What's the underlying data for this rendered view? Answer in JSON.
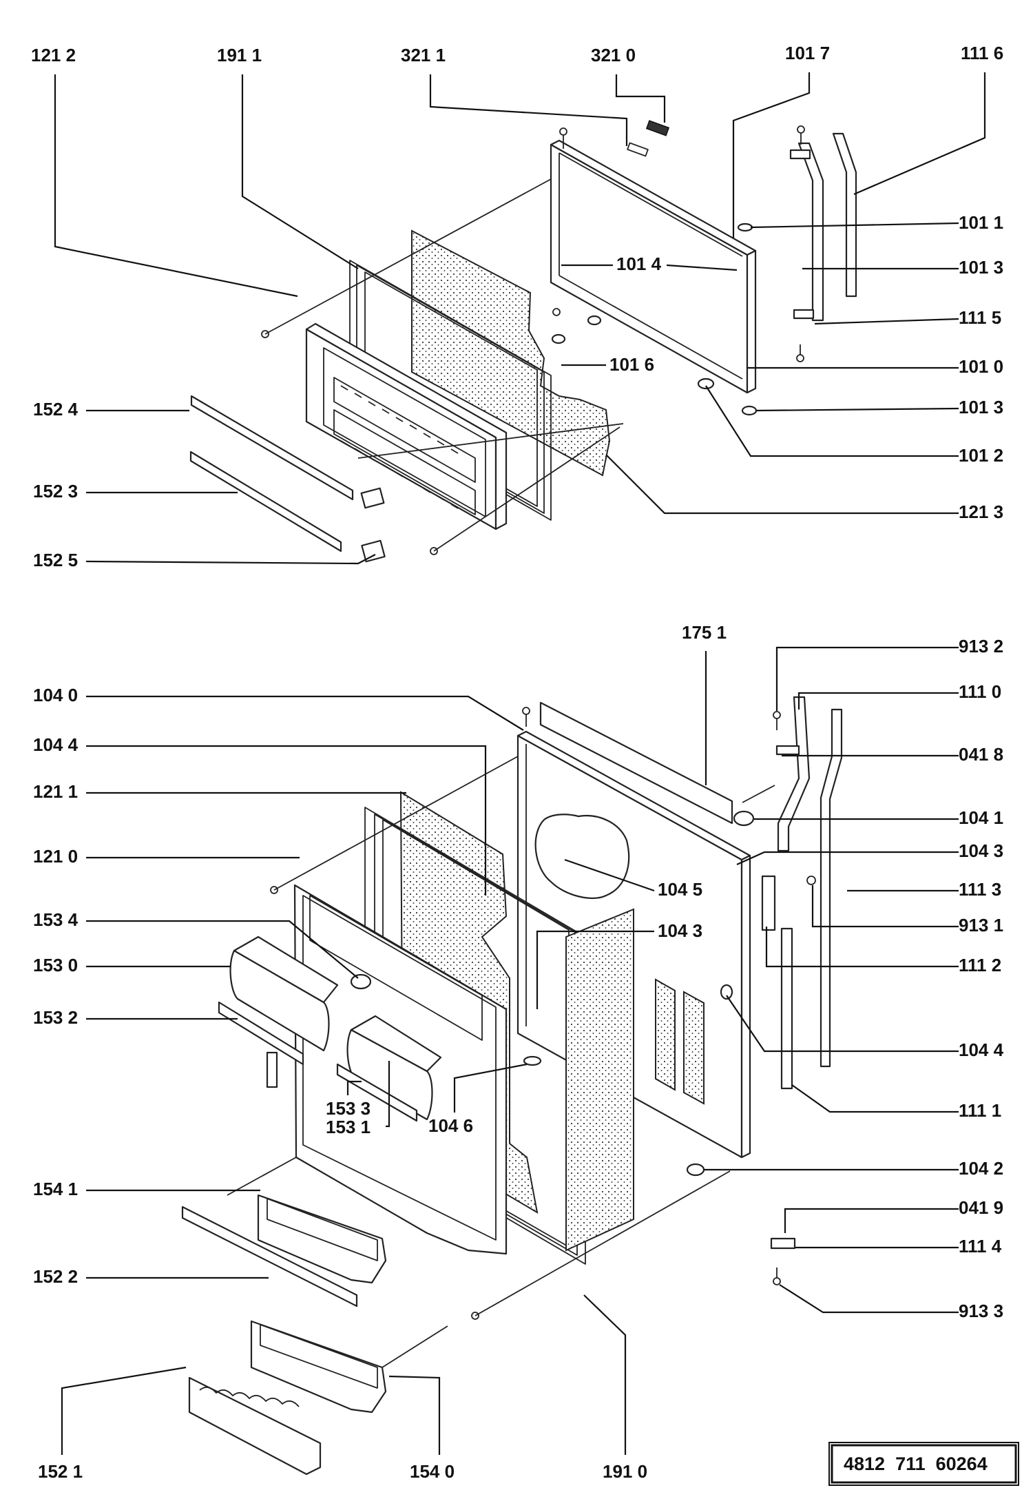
{
  "document_number": "4812  711  60264",
  "top_assembly": {
    "labels": {
      "p1212": "121 2",
      "p1911": "191 1",
      "p3211": "321 1",
      "p3210": "321 0",
      "p1017": "101 7",
      "p1116": "111 6",
      "p1011": "101 1",
      "p1014": "101 4",
      "p1013a": "101 3",
      "p1115": "111 5",
      "p1016": "101 6",
      "p1010": "101 0",
      "p1013b": "101 3",
      "p1012": "101 2",
      "p1213": "121 3",
      "p1524": "152 4",
      "p1523": "152 3",
      "p1525": "152 5"
    }
  },
  "bottom_assembly": {
    "labels": {
      "p1751": "175 1",
      "p9132": "913 2",
      "p1110": "111 0",
      "p0418": "041 8",
      "p1041": "104 1",
      "p1043a": "104 3",
      "p1045": "104 5",
      "p1113": "111 3",
      "p9131": "913 1",
      "p1043b": "104 3",
      "p1112": "111 2",
      "p1044b": "104 4",
      "p1111": "111 1",
      "p1042": "104 2",
      "p0419": "041 9",
      "p1114": "111 4",
      "p9133": "913 3",
      "p1040": "104 0",
      "p1044a": "104 4",
      "p1211": "121 1",
      "p1210": "121 0",
      "p1534": "153 4",
      "p1530": "153 0",
      "p1532": "153 2",
      "p1533": "153 3",
      "p1531": "153 1",
      "p1046": "104 6",
      "p1541": "154 1",
      "p1522": "152 2",
      "p1521": "152 1",
      "p1540": "154 0",
      "p1910": "191 0"
    }
  }
}
